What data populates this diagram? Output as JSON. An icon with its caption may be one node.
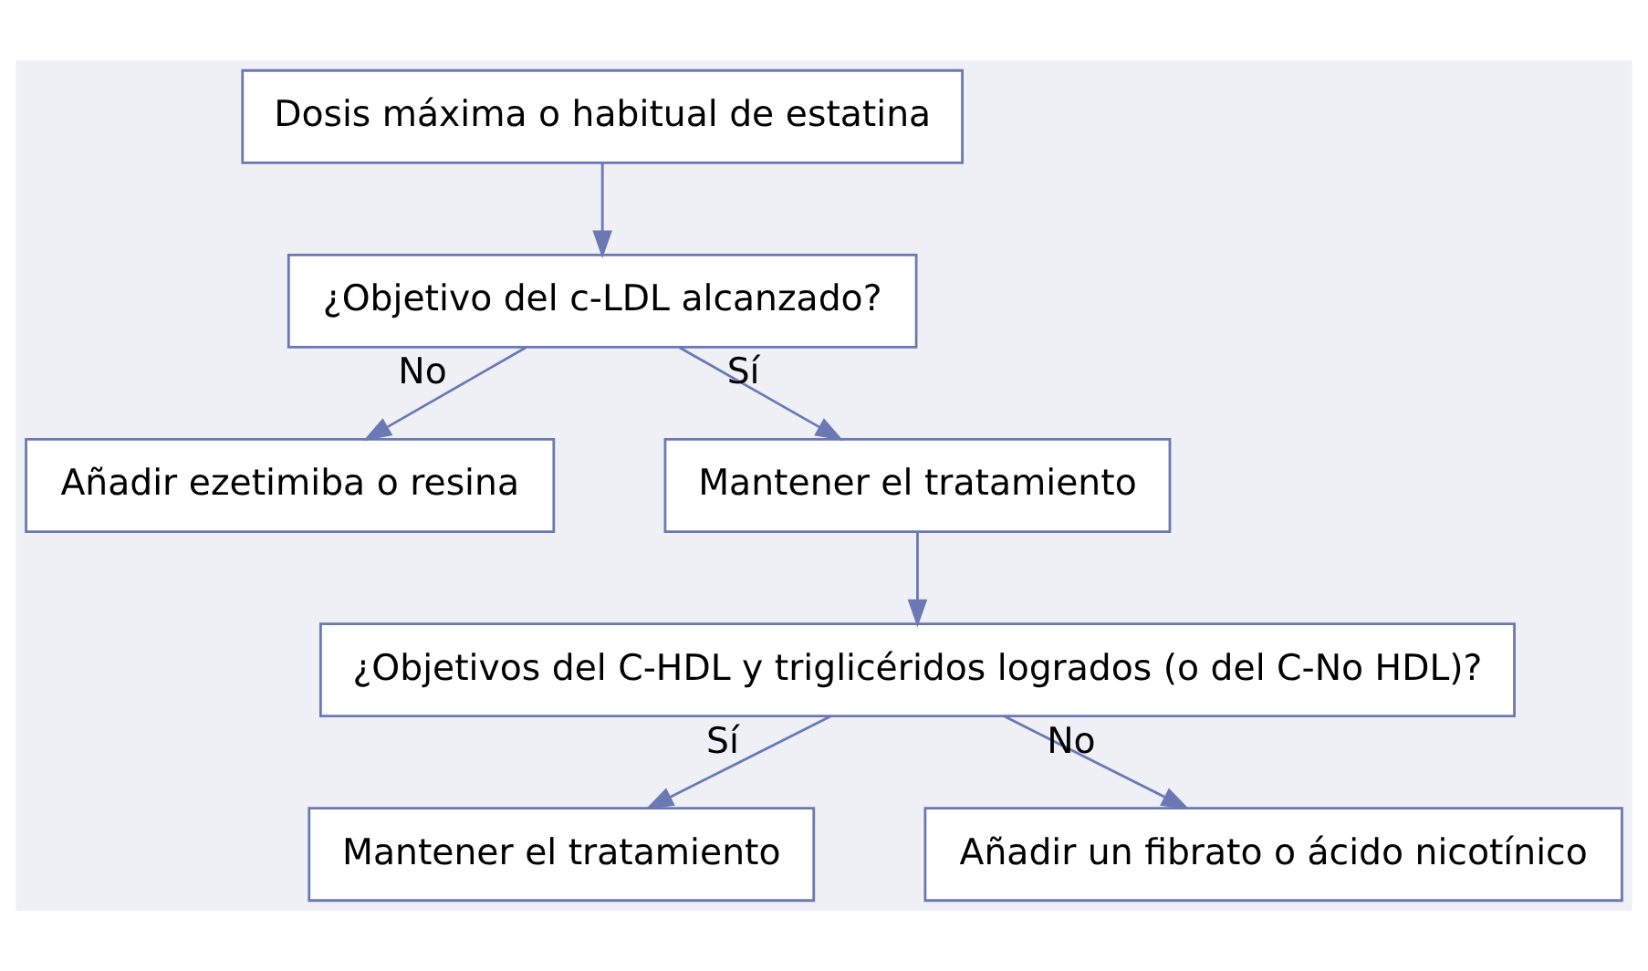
{
  "diagram": {
    "nodes": [
      {
        "text": [
          "Dosis máxima o habitual de estatina"
        ]
      },
      {
        "text": [
          "¿Objetivo del c-LDL alcanzado?"
        ]
      },
      {
        "text": [
          "Añadir ezetimiba o resina"
        ]
      },
      {
        "text": [
          "Mantener el tratamiento"
        ]
      },
      {
        "text": [
          "¿Objetivos del C-HDL y triglicéridos logrados (o del C-No HDL)?"
        ]
      },
      {
        "text": [
          "Mantener el tratamiento"
        ]
      },
      {
        "text": [
          "Añadir un fibrato o ácido nicotínico"
        ]
      }
    ],
    "edges": [
      {
        "from": 0,
        "to": 1,
        "arrow": "to"
      },
      {
        "from": 1,
        "to": 2,
        "arrow": "to",
        "label": "No"
      },
      {
        "from": 1,
        "to": 3,
        "arrow": "to",
        "label": "Sí"
      },
      {
        "from": 3,
        "to": 4,
        "arrow": "to"
      },
      {
        "from": 4,
        "to": 5,
        "arrow": "to",
        "label": "Sí"
      },
      {
        "from": 4,
        "to": 6,
        "arrow": "to",
        "label": "No"
      }
    ]
  }
}
